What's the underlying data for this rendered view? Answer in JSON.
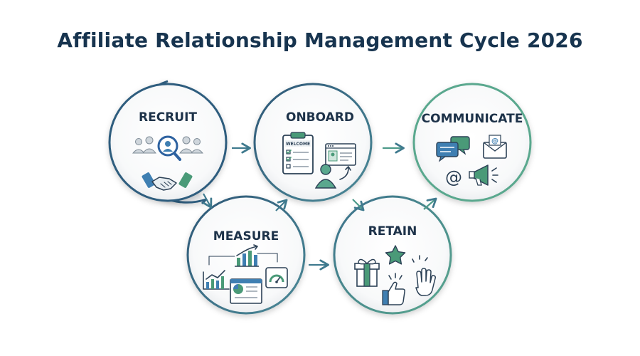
{
  "title": "Affiliate Relationship Management Cycle 2026",
  "stages": {
    "recruit": {
      "label": "RECRUIT"
    },
    "onboard": {
      "label": "ONBOARD",
      "welcome_text": "WELCOME"
    },
    "communicate": {
      "label": "COMMUNICATE",
      "at_symbol": "@"
    },
    "measure": {
      "label": "MEASURE"
    },
    "retain": {
      "label": "RETAIN"
    }
  },
  "colors": {
    "title": "#17344f",
    "ring_dark": "#2f5d7e",
    "ring_mid": "#4d8596",
    "ring_teal": "#5aa88e",
    "icon_blue": "#3f7fb2",
    "icon_green": "#4a9a78",
    "icon_dark": "#2c4156"
  }
}
